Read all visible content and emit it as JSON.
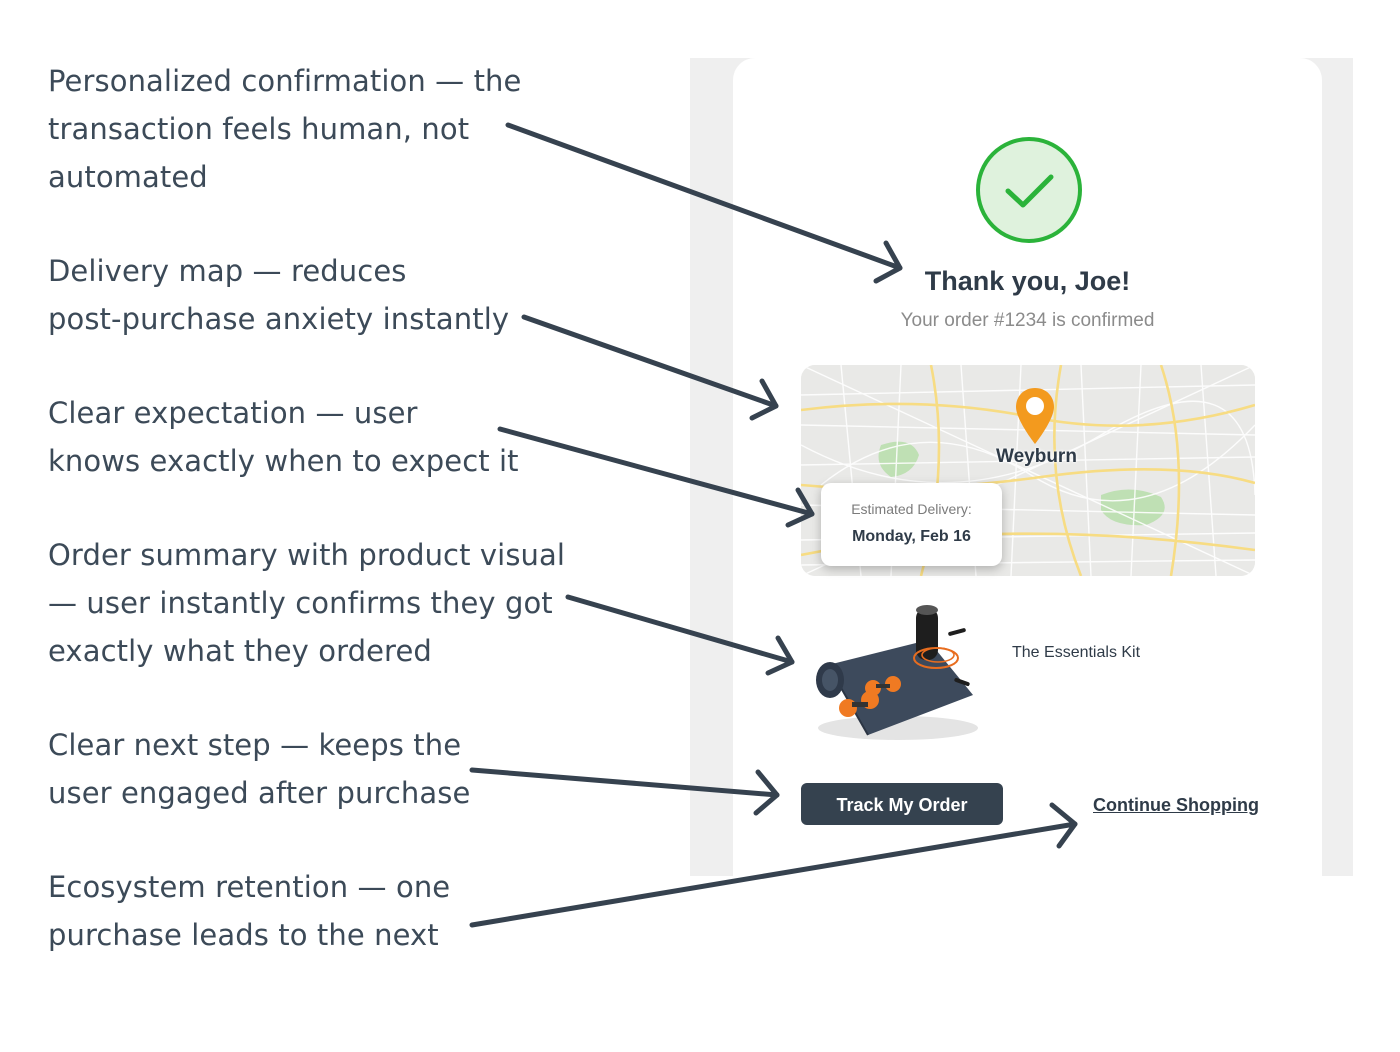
{
  "annotations": [
    {
      "id": "personalized",
      "text": "Personalized confirmation —  the\ntransaction feels human, not\nautomated"
    },
    {
      "id": "map",
      "text": "Delivery map — reduces\npost-purchase  anxiety instantly"
    },
    {
      "id": "expectation",
      "text": "Clear expectation —  user\nknows exactly when to expect it"
    },
    {
      "id": "summary",
      "text": "Order summary with product visual\n—  user instantly confirms they got\nexactly what they ordered"
    },
    {
      "id": "next_step",
      "text": "Clear next step —  keeps the\nuser engaged after purchase"
    },
    {
      "id": "retention",
      "text": "Ecosystem retention —  one\npurchase leads to the next"
    }
  ],
  "confirmation": {
    "title": "Thank you, Joe!",
    "subtitle": "Your order #1234 is confirmed"
  },
  "map": {
    "city": "Weyburn",
    "delivery_label": "Estimated Delivery:",
    "delivery_date": "Monday, Feb 16"
  },
  "product": {
    "name": "The Essentials Kit",
    "icon": "fitness-kit-image"
  },
  "actions": {
    "track_label": "Track My Order",
    "continue_label": "Continue Shopping"
  },
  "colors": {
    "success": "#2bb33a",
    "primary_button": "#35424f",
    "pin": "#f39a1e"
  }
}
